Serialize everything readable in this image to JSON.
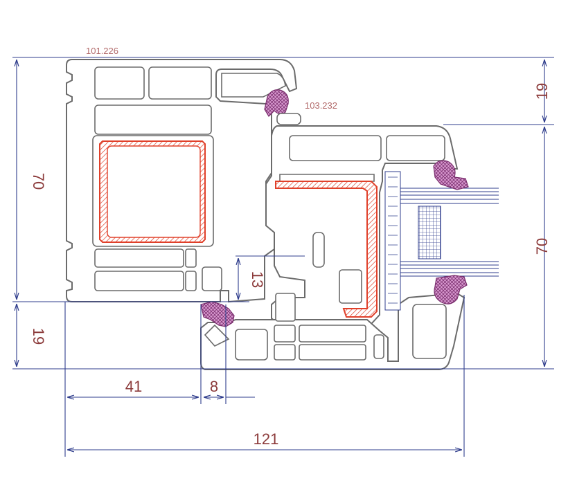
{
  "codes": {
    "frame": "101.226",
    "sash": "103.232"
  },
  "dimensions": {
    "left_upper": "70",
    "left_lower": "19",
    "right_upper": "19",
    "right_lower": "70",
    "offset_height": "13",
    "bottom_41": "41",
    "bottom_8": "8",
    "overall_width": "121"
  },
  "colors": {
    "dimension_line": "#2f3d8c",
    "dimension_text": "#8c3b3b",
    "reinforcement": "#e0402a",
    "gasket": "#7a2f6e",
    "profile_outline": "#6b6b6b"
  }
}
